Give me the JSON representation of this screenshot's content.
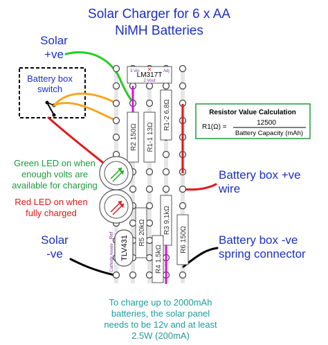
{
  "title": {
    "line1": "Solar Charger for 6 x AA",
    "line2": "NiMH Batteries"
  },
  "labels": {
    "solar_pos_line1": "Solar",
    "solar_pos_line2": "+ve",
    "battery_switch_line1": "Battery box",
    "battery_switch_line2": "switch",
    "green_led_line1": "Green LED on when",
    "green_led_line2": "enough volts are",
    "green_led_line3": "available for charging",
    "red_led_line1": "Red LED on when",
    "red_led_line2": "fully charged",
    "solar_neg_line1": "Solar",
    "solar_neg_line2": "-ve",
    "battery_pos_line1": "Battery box +ve",
    "battery_pos_line2": "wire",
    "battery_neg_line1": "Battery box -ve",
    "battery_neg_line2": "spring connector",
    "note_line1": "To charge up to 2000mAh",
    "note_line2": "batteries, the solar panel",
    "note_line3": "needs to be 12v and at least",
    "note_line4": "2.5W (200mA)"
  },
  "formula": {
    "title": "Resistor Value Calculation",
    "lhs": "R1(Ω) =",
    "numerator": "12500",
    "denominator": "Battery Capacity (mAh)"
  },
  "components": {
    "regulator": "LM317T",
    "reg_pin_vin": "3 Vin",
    "reg_pin_adj": "Adj",
    "reg_pin_vout": "2 Vout",
    "r2": "R2 150Ω",
    "r1_1": "R1-1 13Ω",
    "r1_2": "R1-2 6.8Ω",
    "r5": "R5 20kΩ",
    "r3": "R3 9.1kΩ",
    "r6": "R6 150Ω",
    "r4": "R4 1.5kΩ",
    "tlv": "TLV431",
    "tlv_ref": "Ref",
    "tlv_pins": "Cathode Anode"
  },
  "colors": {
    "title_blue": "#1b2fc4",
    "green_wire": "#22cc22",
    "orange_wire": "#f5a623",
    "red_wire": "#e01919",
    "magenta_link": "#e000e0",
    "formula_border": "#1d9a3a"
  }
}
